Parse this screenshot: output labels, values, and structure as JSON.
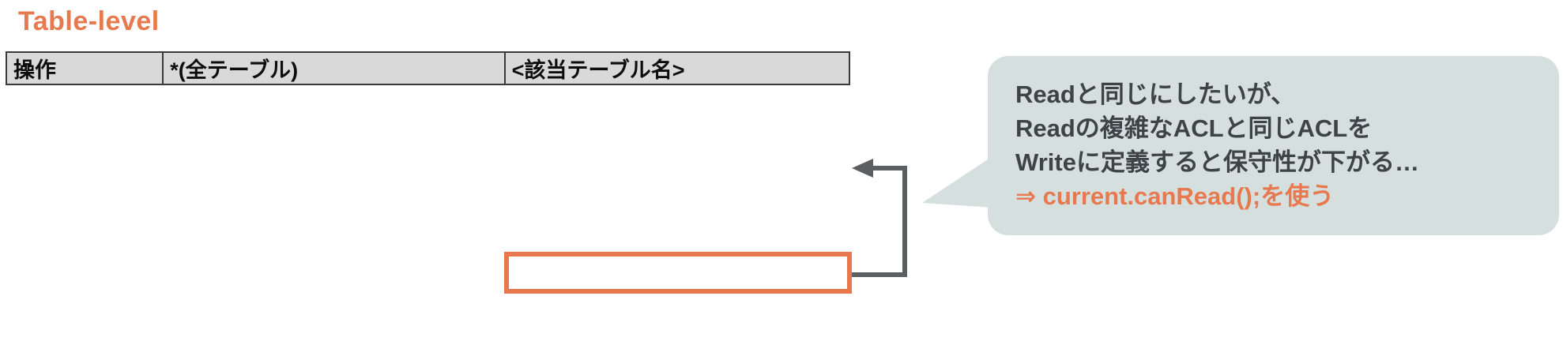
{
  "page": {
    "background": "#FFFFFF"
  },
  "title": {
    "text": "Table-level",
    "color": "#E8794E"
  },
  "acl_table": {
    "header_bg": "#D9D9D9",
    "border_color": "#3A3A3A",
    "columns": [
      "操作",
      "*(全テーブル)",
      "<該当テーブル名>"
    ]
  },
  "highlight_box": {
    "border_color": "#E8794E"
  },
  "connector": {
    "color": "#5B5F62"
  },
  "callout": {
    "bg_color": "#D5DFDE",
    "text_color": "#3E4347",
    "accent_color": "#E8794E",
    "lines": [
      "Readと同じにしたいが、",
      "Readの複雑なACLと同じACLを",
      "Writeに定義すると保守性が下がる…",
      "⇒ current.canRead();を使う"
    ]
  }
}
